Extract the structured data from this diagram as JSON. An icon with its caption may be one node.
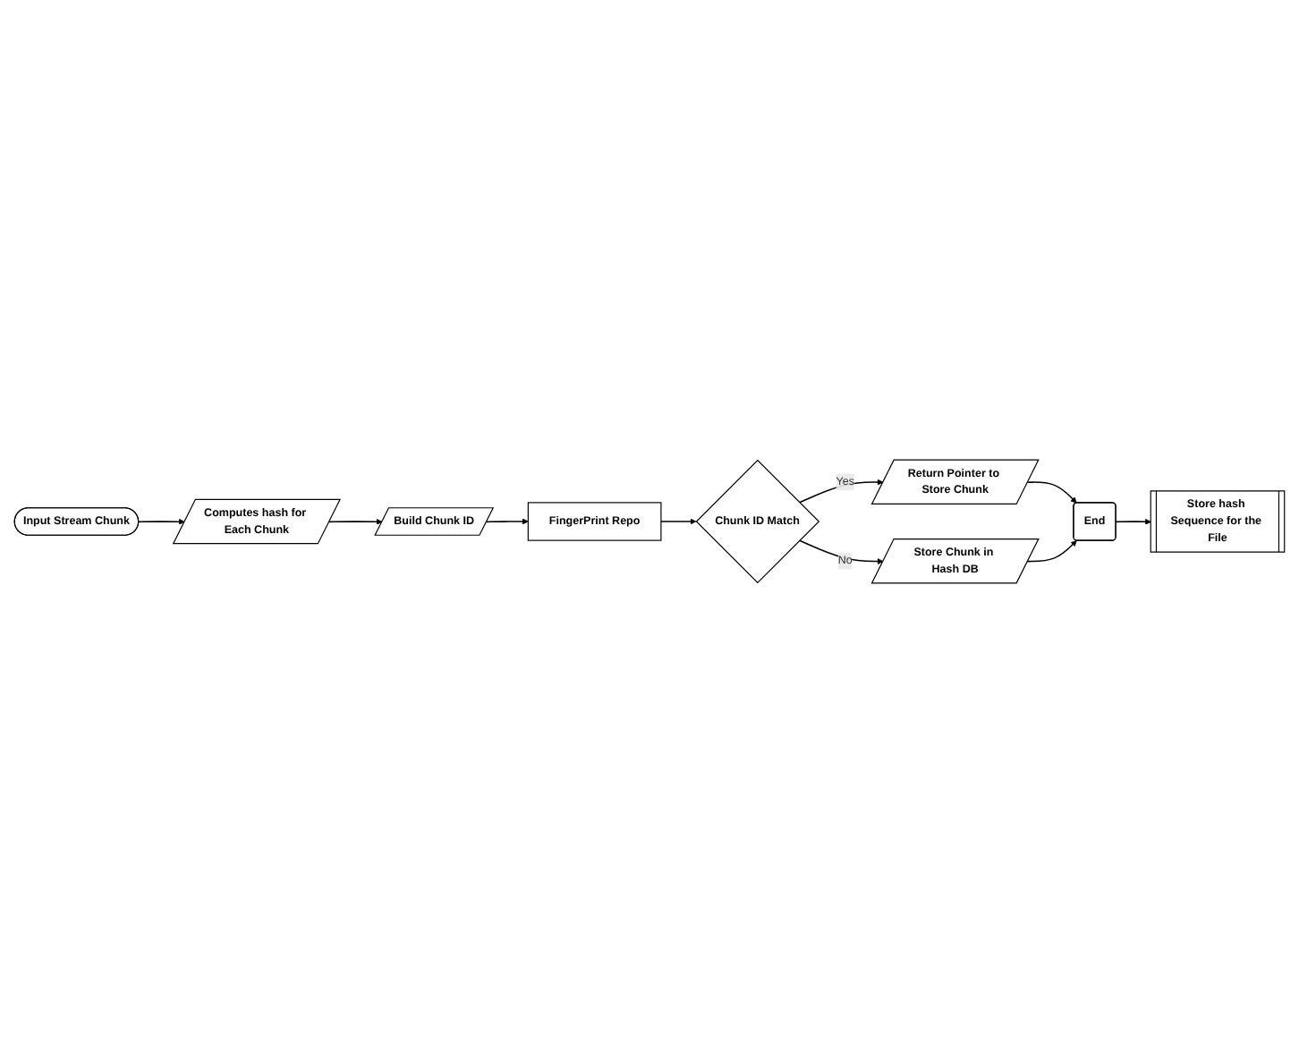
{
  "diagram": {
    "nodes": [
      {
        "text": [
          "Input Stream Chunk"
        ]
      },
      {
        "text": [
          "Computes hash for Each Chunk"
        ]
      },
      {
        "text": [
          "Build Chunk ID"
        ]
      },
      {
        "text": [
          "FingerPrint Repo"
        ]
      },
      {
        "text": [
          "Chunk ID Match"
        ]
      },
      {
        "text": [
          "Return Pointer to Store Chunk"
        ]
      },
      {
        "text": [
          "Store Chunk in Hash DB"
        ]
      },
      {
        "text": [
          "End"
        ]
      },
      {
        "text": [
          "Store hash Sequence for the File"
        ]
      }
    ],
    "edges": [
      {
        "from": 0,
        "to": 1,
        "arrow": "to"
      },
      {
        "from": 1,
        "to": 2,
        "arrow": "to"
      },
      {
        "from": 2,
        "to": 3,
        "arrow": "to"
      },
      {
        "from": 3,
        "to": 4,
        "arrow": "to"
      },
      {
        "from": 4,
        "to": 5,
        "label": "Yes",
        "arrow": "to"
      },
      {
        "from": 4,
        "to": 6,
        "label": "No",
        "arrow": "to"
      },
      {
        "from": 5,
        "to": 7,
        "arrow": "to"
      },
      {
        "from": 6,
        "to": 7,
        "arrow": "to"
      },
      {
        "from": 7,
        "to": 8,
        "arrow": "to"
      }
    ]
  }
}
